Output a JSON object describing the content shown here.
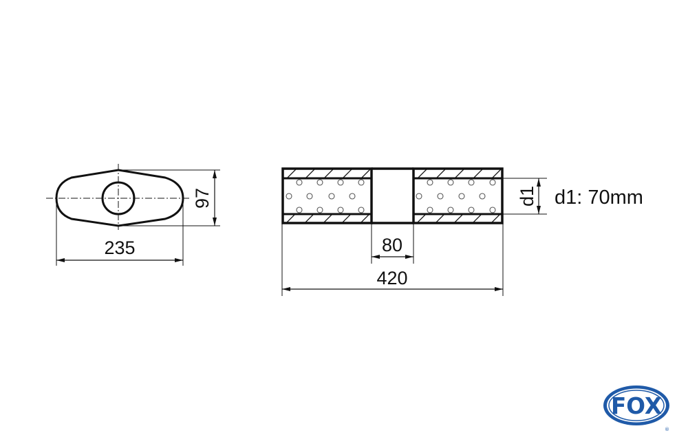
{
  "front_view": {
    "width_label": "235",
    "height_label": "97"
  },
  "side_view": {
    "gap_label": "80",
    "length_label": "420",
    "diameter_symbol": "d1"
  },
  "spec": {
    "diameter_text": "d1: 70mm"
  },
  "logo": {
    "text": "FOX",
    "registered": "®",
    "color": "#1f5aa8"
  }
}
